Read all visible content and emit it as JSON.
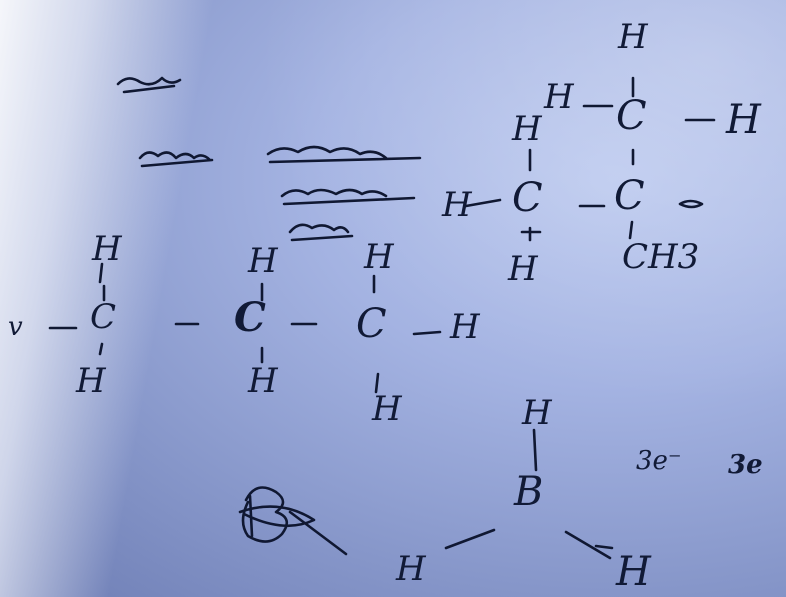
{
  "notes": {
    "a_h_top": "H",
    "a_h_left": "H",
    "a_c_top": "C",
    "a_h_right": "H",
    "b_h_top": "H",
    "b_h_left": "H",
    "b_c": "C",
    "b_h_bottom": "H",
    "c_right": "CH3",
    "d_h_top": "H",
    "d_c": "C",
    "d_h_bottom": "H",
    "e_h_top": "H",
    "e_c": "C",
    "e_h_bottom": "H",
    "f_h_top": "H",
    "f_c": "C",
    "f_h_right": "H",
    "f_h_bottom": "H",
    "boron_h_top": "H",
    "boron_b": "B",
    "boron_h_left": "H",
    "boron_h_right": "H",
    "electrons": "3e⁻",
    "electrons_bold": "3e"
  }
}
